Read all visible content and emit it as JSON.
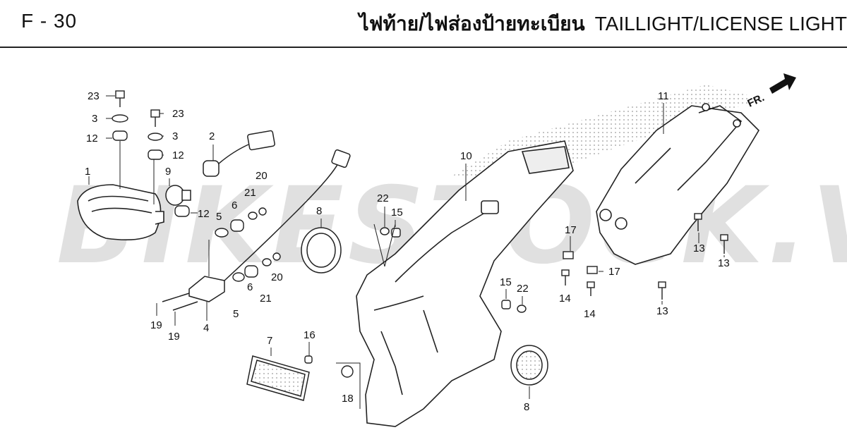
{
  "header": {
    "code": "F - 30",
    "title_th": "ไฟท้าย/ไฟส่องป้ายทะเบียน",
    "title_en": "TAILLIGHT/LICENSE LIGHT"
  },
  "watermark": {
    "text": "BIKESTOCK.VN",
    "color_main": "#c8c8c8",
    "color_accent": "#e8a0a0"
  },
  "front_marker": "FR.",
  "callouts": {
    "c1": "1",
    "c2": "2",
    "c3a": "3",
    "c3b": "3",
    "c4": "4",
    "c5a": "5",
    "c5b": "5",
    "c6a": "6",
    "c6b": "6",
    "c7": "7",
    "c8a": "8",
    "c8b": "8",
    "c9": "9",
    "c10": "10",
    "c11": "11",
    "c12a": "12",
    "c12b": "12",
    "c12c": "12",
    "c13a": "13",
    "c13b": "13",
    "c13c": "13",
    "c14a": "14",
    "c14b": "14",
    "c15a": "15",
    "c15b": "15",
    "c16": "16",
    "c17a": "17",
    "c17b": "17",
    "c18": "18",
    "c19a": "19",
    "c19b": "19",
    "c20a": "20",
    "c20b": "20",
    "c21a": "21",
    "c21b": "21",
    "c22a": "22",
    "c22b": "22",
    "c23a": "23",
    "c23b": "23"
  }
}
